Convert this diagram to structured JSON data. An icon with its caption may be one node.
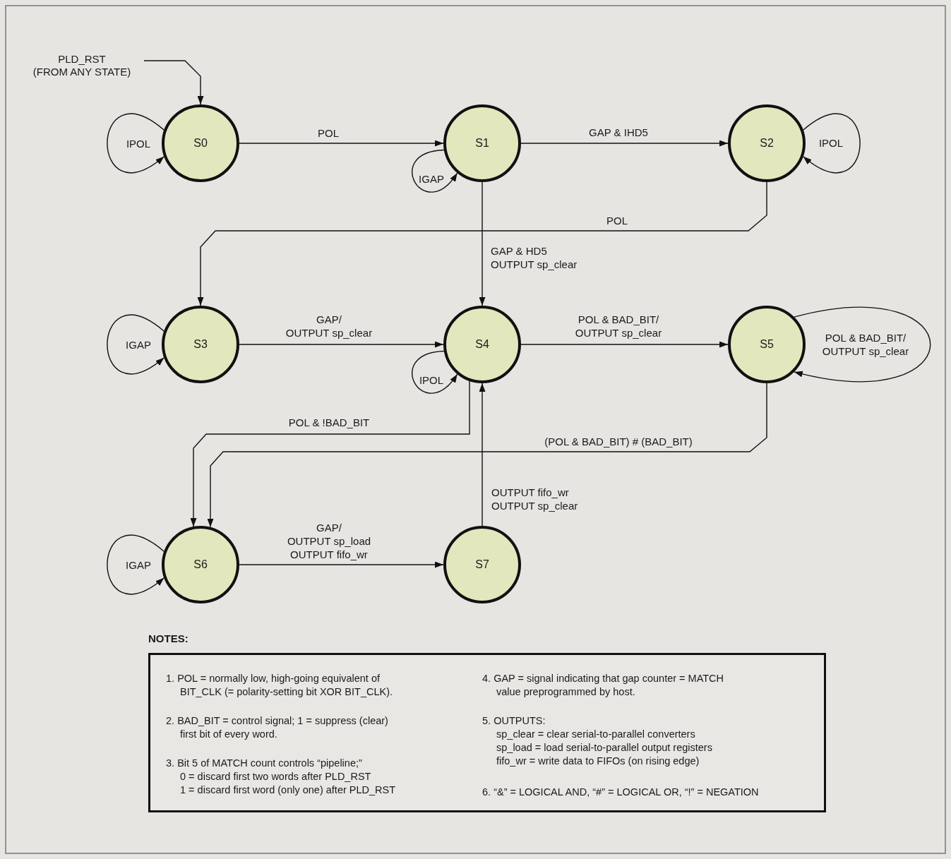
{
  "diagram": {
    "nodes": [
      {
        "text": [
          "S0"
        ]
      },
      {
        "text": [
          "S1"
        ]
      },
      {
        "text": [
          "S2"
        ]
      },
      {
        "text": [
          "S3"
        ]
      },
      {
        "text": [
          "S4"
        ]
      },
      {
        "text": [
          "S5"
        ]
      },
      {
        "text": [
          "S6"
        ]
      },
      {
        "text": [
          "S7"
        ]
      },
      {
        "text": [
          "PLD_RST (FROM ANY STATE)"
        ]
      },
      {
        "text": [
          "NOTES:",
          "1. POL = normally low, high-going equivalent of BIT_CLK (= polarity-setting bit XOR BIT_CLK).",
          "2. BAD_BIT = control signal; 1 = suppress (clear) first bit of every word.",
          "3. Bit 5 of MATCH count controls “pipeline;” 0 = discard first two words after PLD_RST 1 = discard first word (only one) after PLD_RST",
          "4. GAP = signal indicating that gap counter = MATCH value preprogrammed by host.",
          "5. OUTPUTS: sp_clear = clear serial-to-parallel converters sp_load = load serial-to-parallel output registers fifo_wr = write data to FIFOs (on rising edge)",
          "6. “&” = LOGICAL AND, “#” = LOGICAL OR, “!” = NEGATION"
        ]
      }
    ],
    "edges": [
      {
        "from": 8,
        "to": 0,
        "arrow": "to"
      },
      {
        "from": 0,
        "to": 0,
        "label": "IPOL",
        "arrow": "to"
      },
      {
        "from": 0,
        "to": 1,
        "label": "POL",
        "arrow": "to"
      },
      {
        "from": 1,
        "to": 1,
        "label": "IGAP",
        "arrow": "to"
      },
      {
        "from": 1,
        "to": 2,
        "label": "GAP & IHD5",
        "arrow": "to"
      },
      {
        "from": 2,
        "to": 2,
        "label": "IPOL",
        "arrow": "to"
      },
      {
        "from": 1,
        "to": 4,
        "label": "GAP & HD5 OUTPUT sp_clear",
        "arrow": "to"
      },
      {
        "from": 2,
        "to": 3,
        "label": "POL",
        "arrow": "to"
      },
      {
        "from": 3,
        "to": 3,
        "label": "IGAP",
        "arrow": "to"
      },
      {
        "from": 3,
        "to": 4,
        "label": "GAP/ OUTPUT sp_clear",
        "arrow": "to"
      },
      {
        "from": 4,
        "to": 4,
        "label": "IPOL",
        "arrow": "to"
      },
      {
        "from": 4,
        "to": 5,
        "label": "POL & BAD_BIT/ OUTPUT sp_clear",
        "arrow": "to"
      },
      {
        "from": 5,
        "to": 5,
        "label": "POL & BAD_BIT/ OUTPUT sp_clear",
        "arrow": "to"
      },
      {
        "from": 4,
        "to": 6,
        "label": "POL & !BAD_BIT",
        "arrow": "to"
      },
      {
        "from": 5,
        "to": 6,
        "label": "(POL & BAD_BIT) # (BAD_BIT)",
        "arrow": "to"
      },
      {
        "from": 6,
        "to": 6,
        "label": "IGAP",
        "arrow": "to"
      },
      {
        "from": 6,
        "to": 7,
        "label": "GAP/ OUTPUT sp_load OUTPUT fifo_wr",
        "arrow": "to"
      },
      {
        "from": 7,
        "to": 4,
        "label": "OUTPUT fifo_wr OUTPUT sp_clear",
        "arrow": "to"
      }
    ]
  }
}
